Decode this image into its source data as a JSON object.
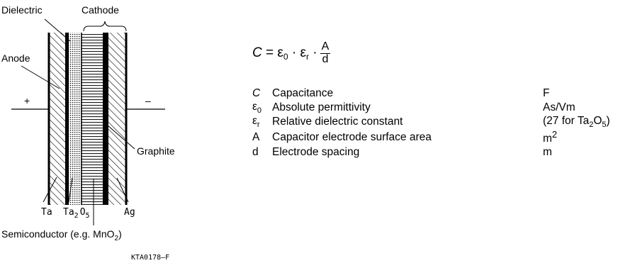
{
  "diagram": {
    "labels": {
      "dielectric": "Dielectric",
      "cathode": "Cathode",
      "anode": "Anode",
      "plus": "+",
      "minus": "–",
      "graphite": "Graphite",
      "ta": "Ta",
      "ta2o5_base": "Ta",
      "ta2o5_sub2": "2",
      "ta2o5_o": "O",
      "ta2o5_sub5": "5",
      "ag": "Ag",
      "semiconductor": "Semiconductor (e.g. MnO",
      "semiconductor_sub": "2",
      "semiconductor_close": ")",
      "code": "KTA0178–F"
    }
  },
  "formula": {
    "lhs": "C",
    "equals": "=",
    "eps0": "ε",
    "eps0_sub": "0",
    "dot": "·",
    "epsr": "ε",
    "epsr_sub": "r",
    "numerator": "A",
    "denominator": "d"
  },
  "legend": [
    {
      "sym": "C",
      "sym_sub": "",
      "desc": "Capacitance",
      "unit": "F",
      "unit_sub": "",
      "unit_tail": ""
    },
    {
      "sym": "ε",
      "sym_sub": "0",
      "desc": "Absolute permittivity",
      "unit": "As/Vm",
      "unit_sub": "",
      "unit_tail": ""
    },
    {
      "sym": "ε",
      "sym_sub": "r",
      "desc": "Relative dielectric constant",
      "unit": "(27 for Ta",
      "unit_sub": "2",
      "unit_tail": "O"
    },
    {
      "sym": "A",
      "sym_sub": "",
      "desc": "Capacitor electrode surface area",
      "unit": "m",
      "unit_sup": "2"
    },
    {
      "sym": "d",
      "sym_sub": "",
      "desc": "Electrode spacing",
      "unit": "m",
      "unit_sub": "",
      "unit_tail": ""
    }
  ],
  "legend_extra": {
    "ta_sub5": "5",
    "ta_close": ")"
  }
}
